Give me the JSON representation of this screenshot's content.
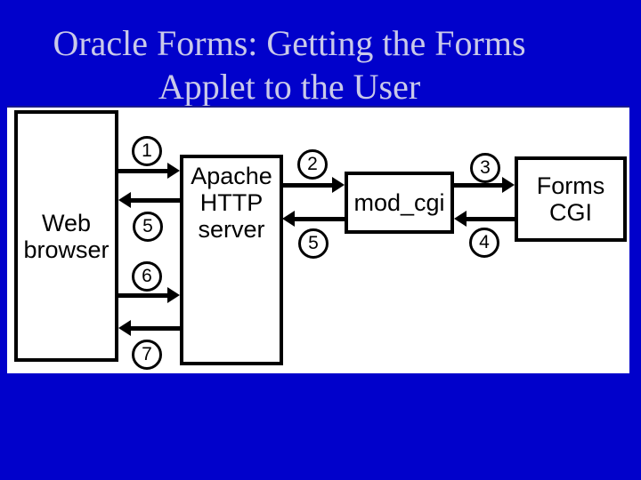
{
  "slide": {
    "title": {
      "line1": "Oracle Forms: Getting the Forms",
      "line2": "Applet to the User"
    }
  },
  "diagram": {
    "nodes": [
      {
        "id": "web-browser",
        "label": "Web browser"
      },
      {
        "id": "apache",
        "label": "Apache HTTP server"
      },
      {
        "id": "mod-cgi",
        "label": "mod_cgi"
      },
      {
        "id": "forms-cgi",
        "label": "Forms CGI"
      }
    ],
    "steps": [
      {
        "label": "1",
        "from": "web-browser",
        "to": "apache",
        "direction": "right"
      },
      {
        "label": "5",
        "from": "apache",
        "to": "web-browser",
        "direction": "left"
      },
      {
        "label": "6",
        "from": "web-browser",
        "to": "apache",
        "direction": "right"
      },
      {
        "label": "7",
        "from": "apache",
        "to": "web-browser",
        "direction": "left"
      },
      {
        "label": "2",
        "from": "apache",
        "to": "mod-cgi",
        "direction": "right"
      },
      {
        "label": "5",
        "from": "mod-cgi",
        "to": "apache",
        "direction": "left"
      },
      {
        "label": "3",
        "from": "mod-cgi",
        "to": "forms-cgi",
        "direction": "right"
      },
      {
        "label": "4",
        "from": "forms-cgi",
        "to": "mod-cgi",
        "direction": "left"
      }
    ]
  },
  "colors": {
    "background": "#0101CB",
    "title_text": "#C9C9E9",
    "panel": "#FFFFFF",
    "diagram_ink": "#000000",
    "panel_top_border": "#1A1A8C"
  }
}
